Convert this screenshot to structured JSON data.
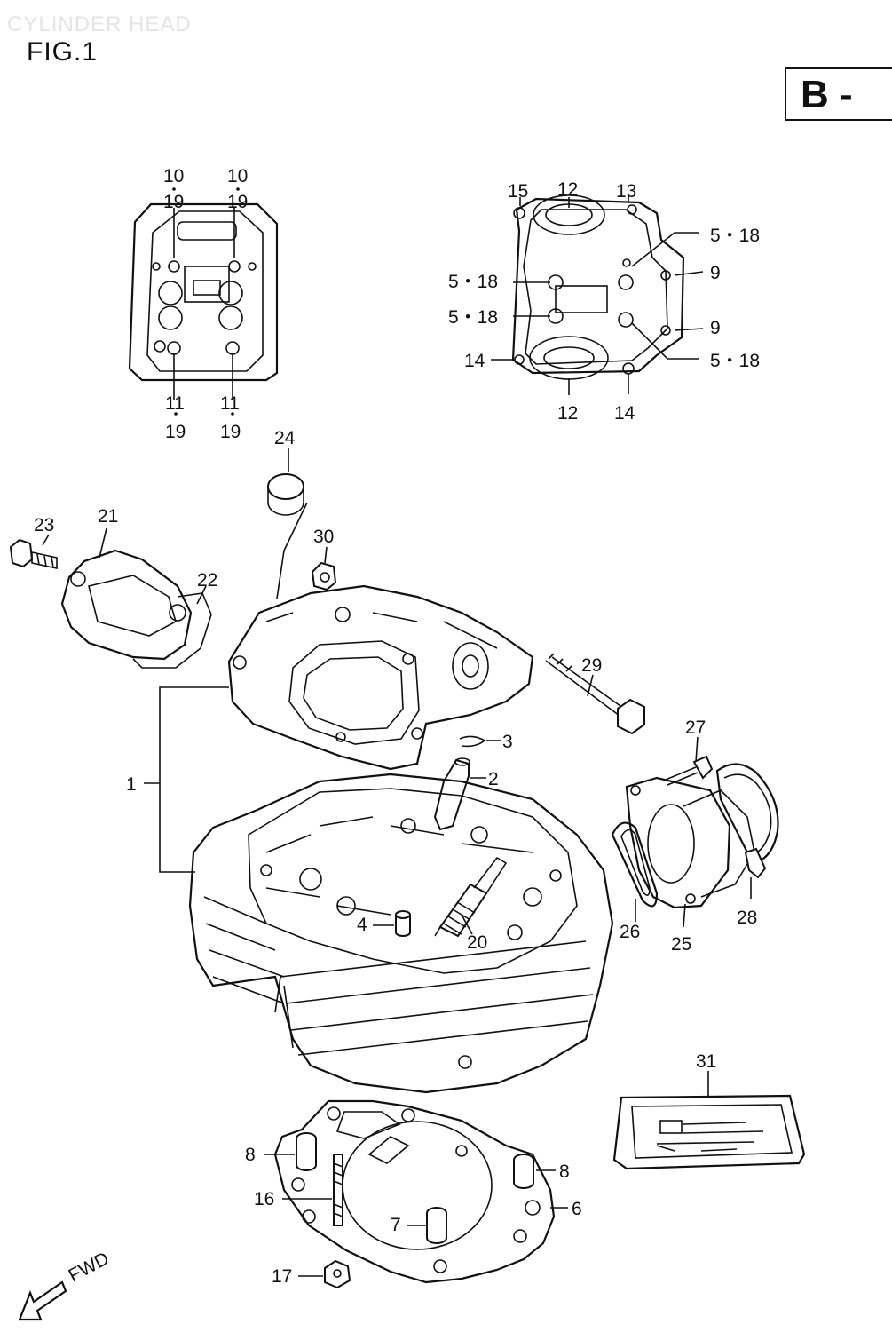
{
  "header": {
    "watermark": "CYLINDER HEAD",
    "figure": "FIG.1",
    "section_badge": "B -"
  },
  "direction": {
    "label": "FWD"
  },
  "callouts": [
    {
      "id": "lbl-10-left",
      "text": "10"
    },
    {
      "id": "lbl-19-left-top",
      "text": "19"
    },
    {
      "id": "lbl-10-right",
      "text": "10"
    },
    {
      "id": "lbl-19-right-top",
      "text": "19"
    },
    {
      "id": "lbl-11-left",
      "text": "11"
    },
    {
      "id": "lbl-19-left-bottom",
      "text": "19"
    },
    {
      "id": "lbl-11-right",
      "text": "11"
    },
    {
      "id": "lbl-19-right-bottom",
      "text": "19"
    },
    {
      "id": "lbl-15",
      "text": "15"
    },
    {
      "id": "lbl-12-top",
      "text": "12"
    },
    {
      "id": "lbl-13",
      "text": "13"
    },
    {
      "id": "lbl-5-18-a",
      "text": "5・18"
    },
    {
      "id": "lbl-9-a",
      "text": "9"
    },
    {
      "id": "lbl-5-18-b",
      "text": "5・18"
    },
    {
      "id": "lbl-5-18-c",
      "text": "5・18"
    },
    {
      "id": "lbl-9-b",
      "text": "9"
    },
    {
      "id": "lbl-14-left",
      "text": "14"
    },
    {
      "id": "lbl-5-18-d",
      "text": "5・18"
    },
    {
      "id": "lbl-12-bottom",
      "text": "12"
    },
    {
      "id": "lbl-14-bottom",
      "text": "14"
    },
    {
      "id": "lbl-24",
      "text": "24"
    },
    {
      "id": "lbl-23",
      "text": "23"
    },
    {
      "id": "lbl-21",
      "text": "21"
    },
    {
      "id": "lbl-30",
      "text": "30"
    },
    {
      "id": "lbl-22",
      "text": "22"
    },
    {
      "id": "lbl-29",
      "text": "29"
    },
    {
      "id": "lbl-3",
      "text": "3"
    },
    {
      "id": "lbl-27",
      "text": "27"
    },
    {
      "id": "lbl-2",
      "text": "2"
    },
    {
      "id": "lbl-1",
      "text": "1"
    },
    {
      "id": "lbl-4",
      "text": "4"
    },
    {
      "id": "lbl-20",
      "text": "20"
    },
    {
      "id": "lbl-26",
      "text": "26"
    },
    {
      "id": "lbl-25",
      "text": "25"
    },
    {
      "id": "lbl-28",
      "text": "28"
    },
    {
      "id": "lbl-31",
      "text": "31"
    },
    {
      "id": "lbl-8-left",
      "text": "8"
    },
    {
      "id": "lbl-8-right",
      "text": "8"
    },
    {
      "id": "lbl-16",
      "text": "16"
    },
    {
      "id": "lbl-6",
      "text": "6"
    },
    {
      "id": "lbl-7",
      "text": "7"
    },
    {
      "id": "lbl-17",
      "text": "17"
    }
  ]
}
